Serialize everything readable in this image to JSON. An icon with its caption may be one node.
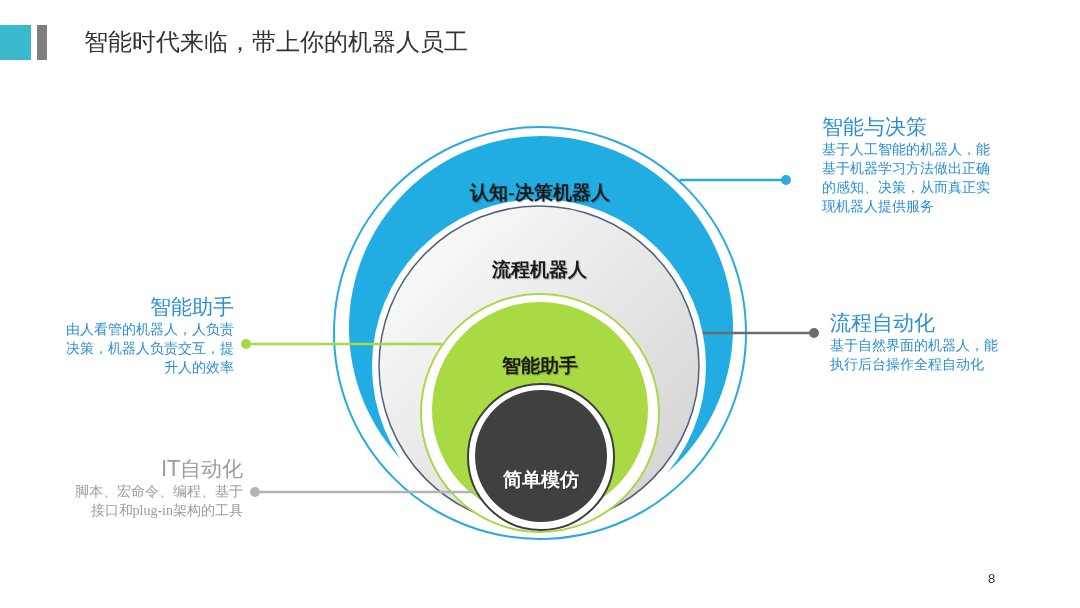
{
  "diagram": {
    "title": "智能时代来临，带上你的机器人员工",
    "nodes": [
      {
        "text": [
          "认知-决策机器人"
        ]
      },
      {
        "text": [
          "流程机器人"
        ],
        "in": 0
      },
      {
        "text": [
          "智能助手"
        ],
        "in": 1
      },
      {
        "text": [
          "简单模仿"
        ],
        "in": 2
      },
      {
        "text": [
          "智能与决策",
          "基于人工智能的机器人，能基于机器学习方法做出正确的感知、决策，从而真正实现机器人提供服务"
        ]
      },
      {
        "text": [
          "流程自动化",
          "基于自然界面的机器人，能执行后台操作全程自动化"
        ]
      },
      {
        "text": [
          "智能助手",
          "由人看管的机器人，人负责决策，机器人负责交互，提升人的效率"
        ]
      },
      {
        "text": [
          "IT自动化",
          "脚本、宏命令、编程、基于接口和plug-in架构的工具"
        ]
      }
    ],
    "edges": [
      {
        "from": 4,
        "to": 0,
        "arrow": "other",
        "color": "#29abe2"
      },
      {
        "from": 5,
        "to": 1,
        "arrow": "other",
        "color": "#6d6d6d"
      },
      {
        "from": 6,
        "to": 2,
        "arrow": "other",
        "color": "#a8d84a"
      },
      {
        "from": 7,
        "to": 3,
        "arrow": "other",
        "color": "#b3b3b3"
      }
    ],
    "labels": [
      "8"
    ]
  }
}
